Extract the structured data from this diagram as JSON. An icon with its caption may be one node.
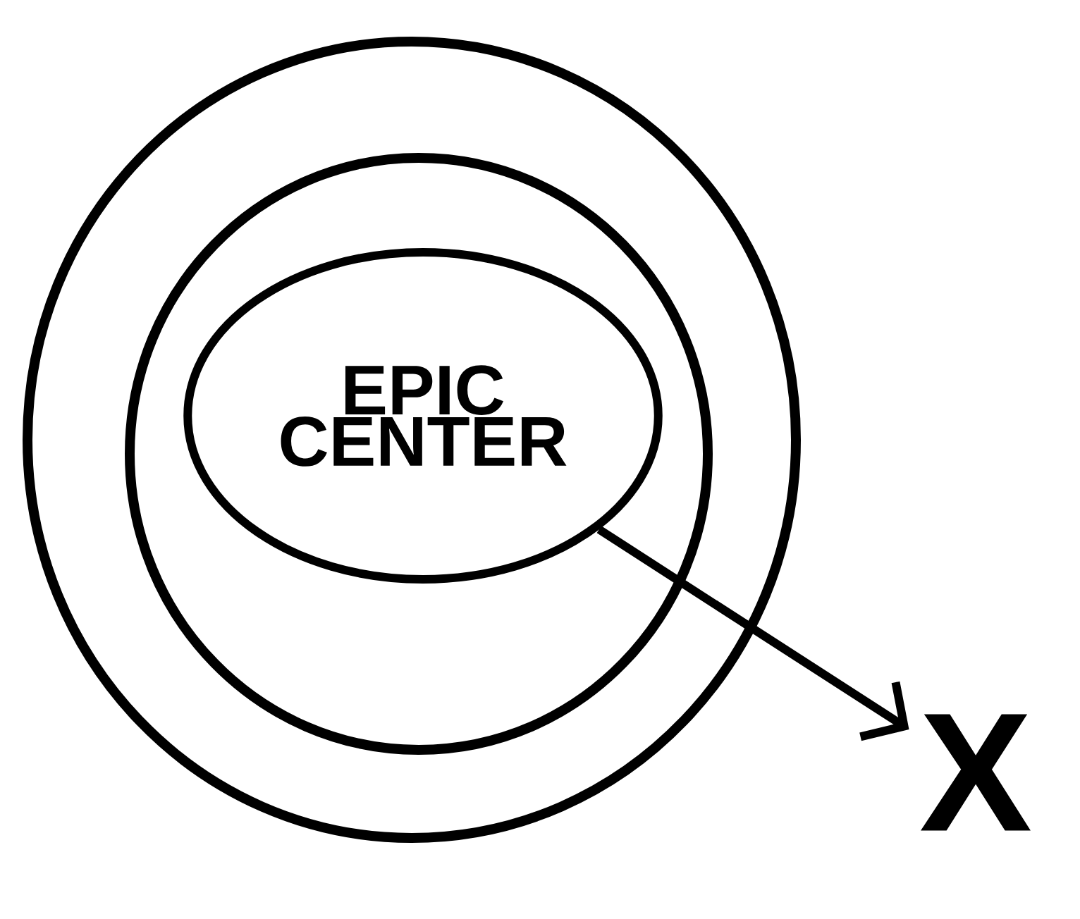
{
  "diagram": {
    "nodes": [
      {
        "text": [],
        "shape": "circle"
      },
      {
        "text": [],
        "shape": "circle",
        "in": 0
      },
      {
        "text": [
          "EPIC CENTER"
        ],
        "in": 1
      },
      {
        "text": [
          "X"
        ]
      }
    ],
    "edges": [
      {
        "from": 2,
        "to": 3,
        "arrow": "to"
      }
    ]
  }
}
